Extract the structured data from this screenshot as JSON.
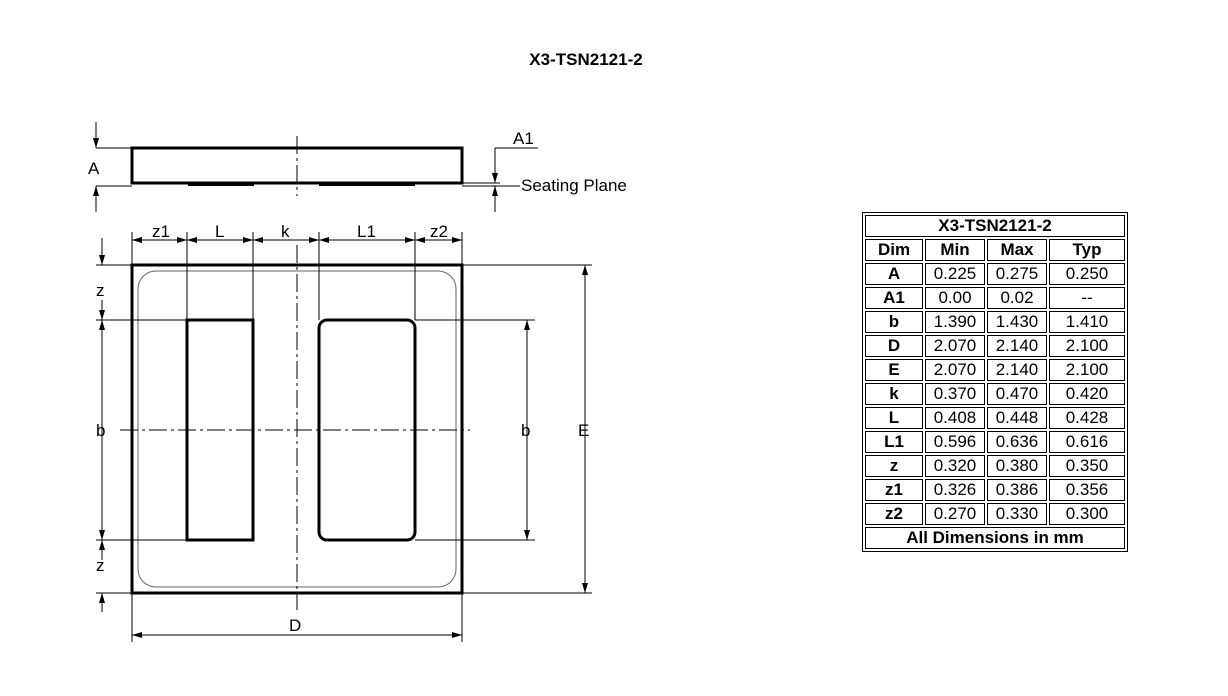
{
  "title": "X3-TSN2121-2",
  "side_view": {
    "label_A": "A",
    "label_A1": "A1",
    "label_seating": "Seating Plane"
  },
  "top_view": {
    "label_z1": "z1",
    "label_L": "L",
    "label_k": "k",
    "label_L1": "L1",
    "label_z2": "z2",
    "label_z_top": "z",
    "label_b_left": "b",
    "label_z_bottom": "z",
    "label_b_right": "b",
    "label_E": "E",
    "label_D": "D"
  },
  "table": {
    "title": "X3-TSN2121-2",
    "headers": [
      "Dim",
      "Min",
      "Max",
      "Typ"
    ],
    "rows": [
      {
        "dim": "A",
        "min": "0.225",
        "max": "0.275",
        "typ": "0.250"
      },
      {
        "dim": "A1",
        "min": "0.00",
        "max": "0.02",
        "typ": "--"
      },
      {
        "dim": "b",
        "min": "1.390",
        "max": "1.430",
        "typ": "1.410"
      },
      {
        "dim": "D",
        "min": "2.070",
        "max": "2.140",
        "typ": "2.100"
      },
      {
        "dim": "E",
        "min": "2.070",
        "max": "2.140",
        "typ": "2.100"
      },
      {
        "dim": "k",
        "min": "0.370",
        "max": "0.470",
        "typ": "0.420"
      },
      {
        "dim": "L",
        "min": "0.408",
        "max": "0.448",
        "typ": "0.428"
      },
      {
        "dim": "L1",
        "min": "0.596",
        "max": "0.636",
        "typ": "0.616"
      },
      {
        "dim": "z",
        "min": "0.320",
        "max": "0.380",
        "typ": "0.350"
      },
      {
        "dim": "z1",
        "min": "0.326",
        "max": "0.386",
        "typ": "0.356"
      },
      {
        "dim": "z2",
        "min": "0.270",
        "max": "0.330",
        "typ": "0.300"
      }
    ],
    "footer": "All Dimensions in mm"
  }
}
